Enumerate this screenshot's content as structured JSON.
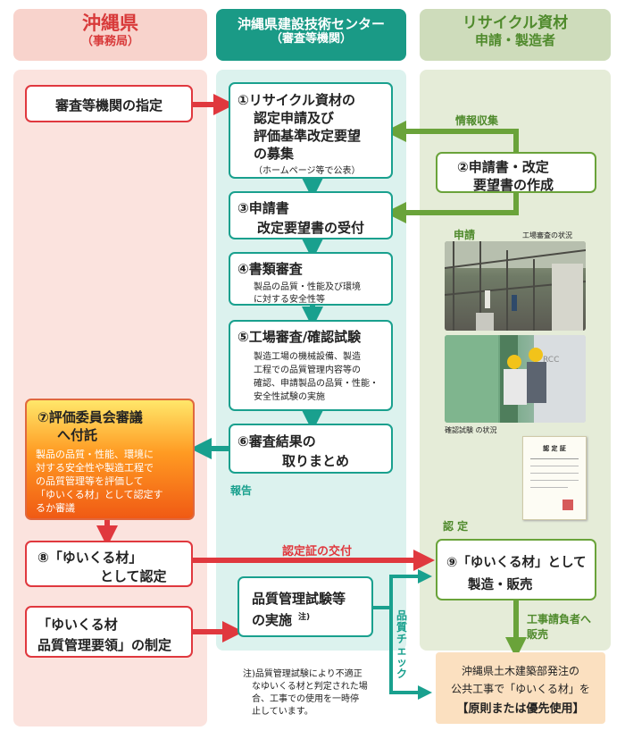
{
  "columns": {
    "prefecture": {
      "title": "沖縄県",
      "subtitle": "（事務局）"
    },
    "center": {
      "title": "沖縄県建設技術センター",
      "subtitle": "（審査等機関）"
    },
    "maker": {
      "title": "リサイクル資材",
      "subtitle": "申請・製造者"
    }
  },
  "steps": {
    "designation": "審査等機関の指定",
    "s1": {
      "l1": "①リサイクル資材の",
      "l2": "認定申請及び",
      "l3": "評価基準改定要望",
      "l4": "の募集",
      "note": "（ホームページ等で公表）"
    },
    "s2": {
      "l1": "②申請書・改定",
      "l2": "要望書の作成"
    },
    "s3": {
      "l1": "③申請書",
      "l2": "改定要望書の受付"
    },
    "s4": {
      "title": "④書類審査",
      "d1": "製品の品質・性能及び環境",
      "d2": "に対する安全性等"
    },
    "s5": {
      "title": "⑤工場審査/確認試験",
      "d1": "製造工場の機械設備、製造",
      "d2": "工程での品質管理内容等の",
      "d3": "確認、申請製品の品質・性能・",
      "d4": "安全性試験の実施"
    },
    "s6": {
      "l1": "⑥審査結果の",
      "l2": "取りまとめ"
    },
    "s7": {
      "l1": "⑦評価委員会審議",
      "l2": "へ付託",
      "d1": "製品の品質・性能、環境に",
      "d2": "対する安全性や製造工程で",
      "d3": "の品質管理等を評価して",
      "d4": "「ゆいくる材」として認定す",
      "d5": "るか審議"
    },
    "s8": {
      "l1": "⑧「ゆいくる材」",
      "l2": "として認定"
    },
    "s9": {
      "l1": "⑨「ゆいくる材」として",
      "l2": "製造・販売"
    },
    "manual": {
      "l1": "「ゆいくる材",
      "l2": "品質管理要領」の制定"
    },
    "qc": {
      "l1": "品質管理試験等",
      "l2": "の実施",
      "sup": "注)"
    },
    "usage": {
      "l1": "沖縄県土木建築部発注の",
      "l2": "公共工事で「ゆいくる材」を",
      "l3": "【原則または優先使用】"
    }
  },
  "labels": {
    "info": "情報収集",
    "apply": "申請",
    "report": "報告",
    "certify": "認 定",
    "cert_issue": "認定証の交付",
    "quality_check": "品質チェック",
    "contractor1": "工事請負者へ",
    "contractor2": "販売",
    "photo1": "工場審査の状況",
    "photo2": "確認試験 の状況"
  },
  "footnote": {
    "l1": "注)品質管理試験により不適正",
    "l2": "なゆいくる材と判定された場",
    "l3": "合、工事での使用を一時停",
    "l4": "止しています。"
  },
  "certificate": {
    "title": "認 定 証"
  },
  "colors": {
    "red": "#e0383e",
    "teal": "#19a08e",
    "green": "#6aa33a",
    "pink_bg": "#fbe0dc",
    "teal_bg": "#dbf1ee",
    "green_bg": "#e4ecd6"
  }
}
